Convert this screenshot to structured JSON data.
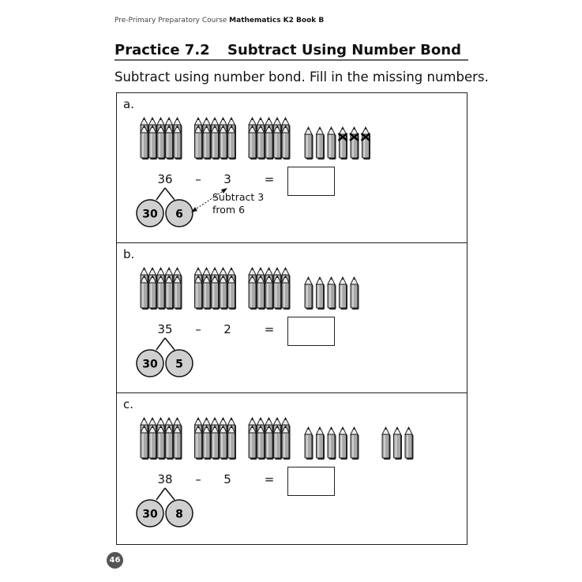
{
  "header": {
    "course": "Pre-Primary Preparatory Course",
    "book": "Mathematics K2 Book B"
  },
  "title": {
    "practice": "Practice 7.2",
    "topic": "Subtract Using Number Bond"
  },
  "instruction": "Subtract using number bond. Fill in the missing numbers.",
  "problems": [
    {
      "label": "a.",
      "bundles": 3,
      "single_groups": [
        6
      ],
      "crossed": 3,
      "minuend": "36",
      "minus": "–",
      "subtrahend": "3",
      "equals": "=",
      "answer": "",
      "bond": [
        "30",
        "6"
      ],
      "hint_line1": "Subtract 3",
      "hint_line2": "from 6"
    },
    {
      "label": "b.",
      "bundles": 3,
      "single_groups": [
        5
      ],
      "crossed": 0,
      "minuend": "35",
      "minus": "–",
      "subtrahend": "2",
      "equals": "=",
      "answer": "",
      "bond": [
        "30",
        "5"
      ]
    },
    {
      "label": "c.",
      "bundles": 3,
      "single_groups": [
        5,
        3
      ],
      "crossed": 0,
      "minuend": "38",
      "minus": "–",
      "subtrahend": "5",
      "equals": "=",
      "answer": "",
      "bond": [
        "30",
        "8"
      ]
    }
  ],
  "page_number": "46",
  "colors": {
    "bond_fill": "#cfcfcf",
    "pencil_body": "#a8a8a8",
    "page_badge": "#555555"
  }
}
